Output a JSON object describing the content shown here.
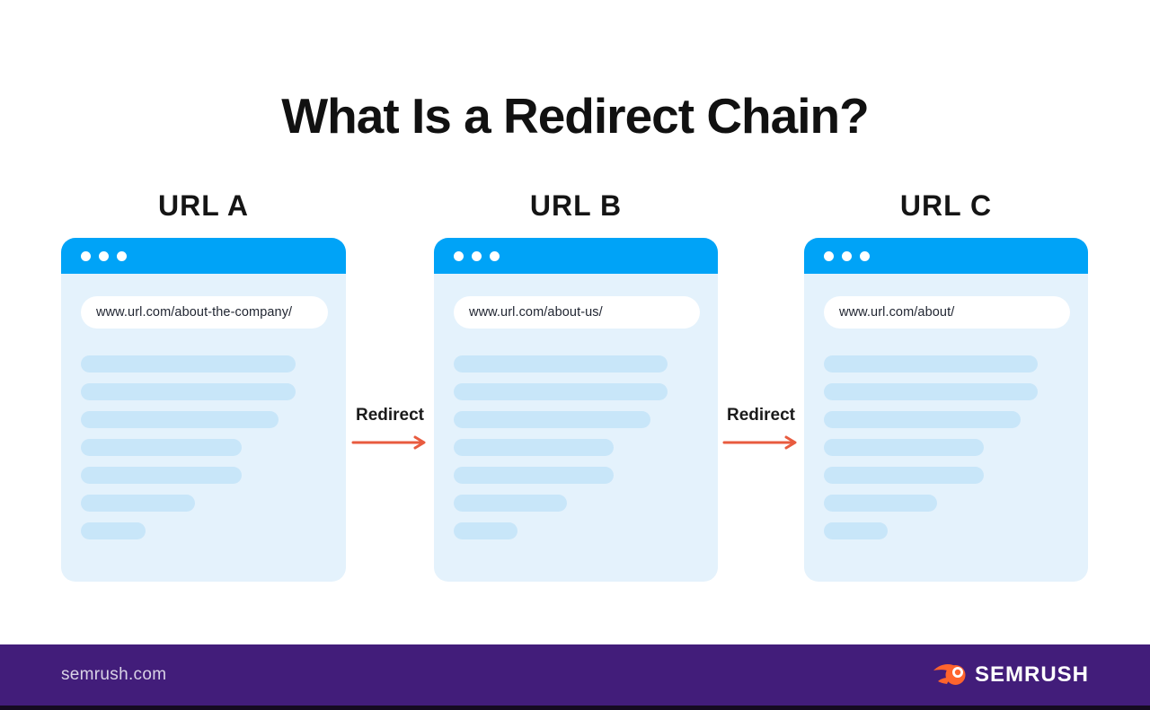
{
  "title": "What Is a Redirect Chain?",
  "windows": [
    {
      "label": "URL A",
      "url": "www.url.com/about-the-company/"
    },
    {
      "label": "URL B",
      "url": "www.url.com/about-us/"
    },
    {
      "label": "URL C",
      "url": "www.url.com/about/"
    }
  ],
  "redirect_label": "Redirect",
  "footer": {
    "site": "semrush.com",
    "brand": "SEMRUSH"
  },
  "skeleton_line_widths_pct": [
    87,
    87,
    80,
    65,
    65,
    46,
    26
  ],
  "colors": {
    "title_black": "#111111",
    "header_blue": "#00a3f7",
    "body_blue": "#e4f2fc",
    "skeleton_blue": "#c8e6f9",
    "url_text": "#1f2430",
    "arrow_orange": "#e85b3f",
    "footer_purple": "#421d7a",
    "footer_text": "#d9d3e6",
    "logo_orange": "#ff642d",
    "bottom_strip": "#150b21"
  }
}
